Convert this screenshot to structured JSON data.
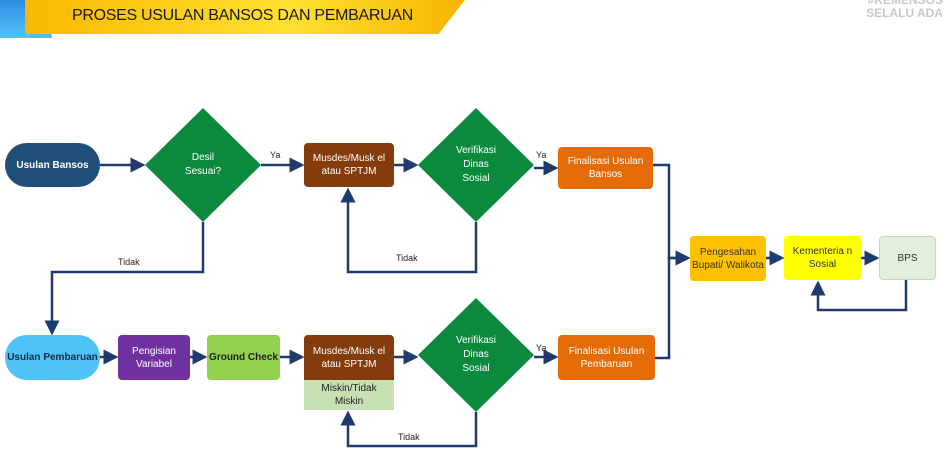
{
  "header": {
    "title": "PROSES USULAN BANSOS DAN PEMBARUAN",
    "logo": "#KEMENSOS SELALU ADA"
  },
  "nodes": {
    "usulan_bansos": "Usulan Bansos",
    "desil": "Desil Sesuai?",
    "musdes1": "Musdes/Musk el atau SPTJM",
    "verif1": "Verifikasi Dinas Sosial",
    "final_bansos": "Finalisasi Usulan Bansos",
    "pengesahan": "Pengesahan Bupati/ Walikota",
    "kemensos": "Kementeria n Sosial",
    "bps": "BPS",
    "usulan_pembaruan": "Usulan Pembaruan",
    "pengisian": "Pengisian Variabel",
    "ground": "Ground Check",
    "musdes2": "Musdes/Musk el atau SPTJM",
    "miskin": "Miskin/Tidak Miskin",
    "verif2": "Verifikasi Dinas Sosial",
    "final_pembaruan": "Finalisasi Usulan Pembaruan"
  },
  "labels": {
    "ya1": "Ya",
    "ya2": "Ya",
    "ya3": "Ya",
    "tidak1": "Tidak",
    "tidak2": "Tidak",
    "tidak3": "Tidak"
  },
  "colors": {
    "navy": "#1f4e79",
    "brown": "#843c0c",
    "green": "#0b8a3e",
    "orange": "#e36c09",
    "arrow": "#1f3a6e"
  }
}
